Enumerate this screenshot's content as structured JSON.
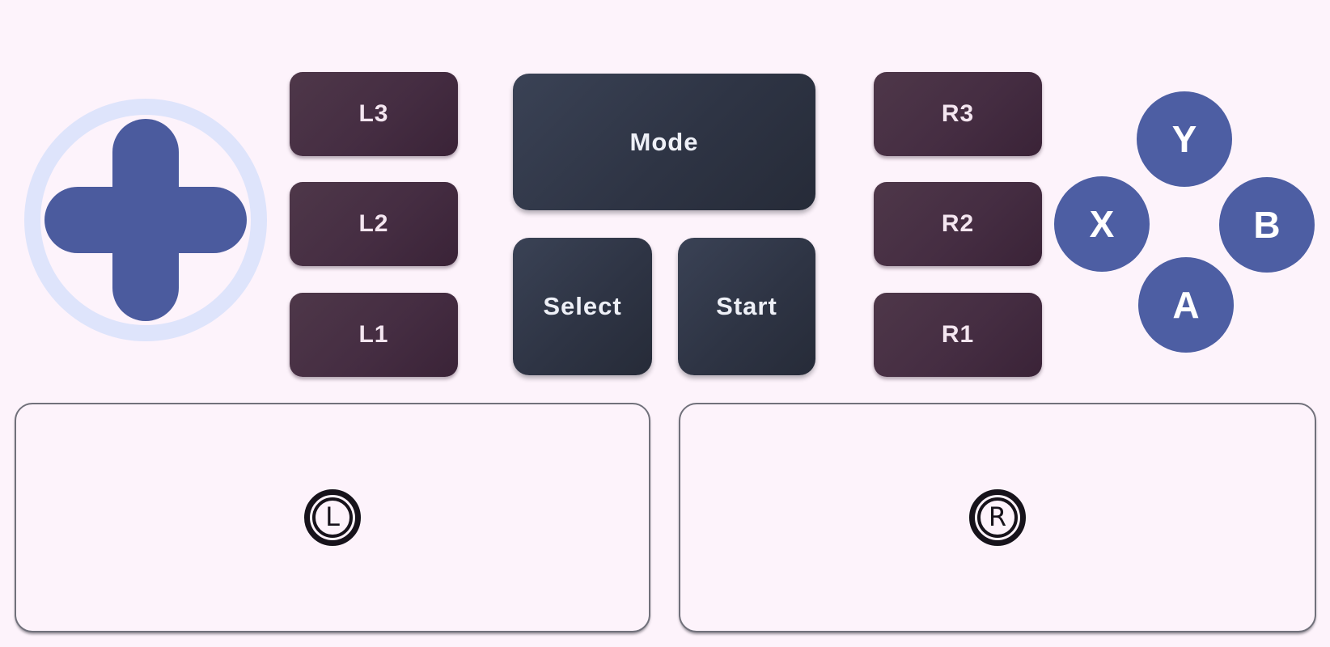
{
  "buttons": {
    "l3": "L3",
    "l2": "L2",
    "l1": "L1",
    "mode": "Mode",
    "select": "Select",
    "start": "Start",
    "r3": "R3",
    "r2": "R2",
    "r1": "R1",
    "y": "Y",
    "x": "X",
    "b": "B",
    "a": "A"
  },
  "sticks": {
    "left_label": "L",
    "right_label": "R"
  },
  "colors": {
    "background": "#fdf3fb",
    "dpad_ring": "#dee4fb",
    "dpad_cross": "#4b5b9e",
    "trigger_button": "#452d42",
    "trigger_text": "#f4e6f0",
    "center_button": "#2e3444",
    "center_text": "#eef0f7",
    "face_button": "#4d5ea3",
    "face_text": "#ffffff",
    "stick_zone_border": "#71717b",
    "stick_icon": "#17131b"
  }
}
